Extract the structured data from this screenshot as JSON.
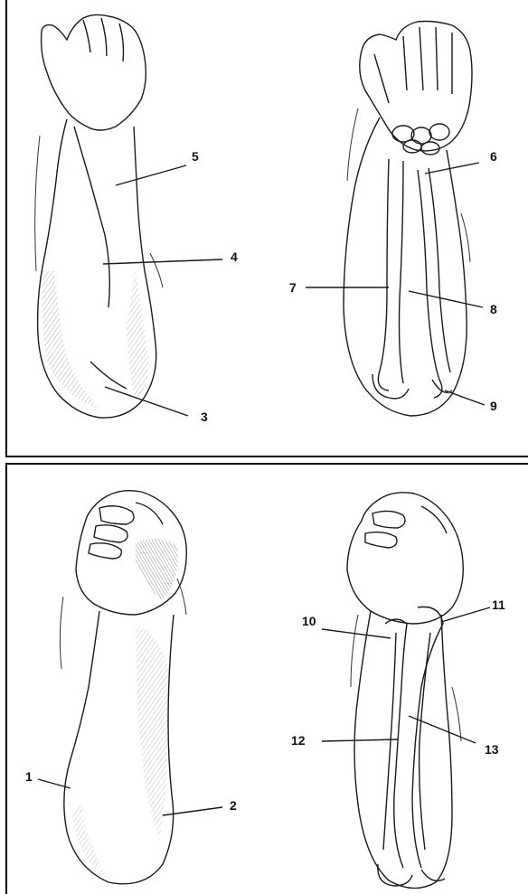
{
  "labels": {
    "l1": "1",
    "l2": "2",
    "l3": "3",
    "l4": "4",
    "l5": "5",
    "l6": "6",
    "l7": "7",
    "l8": "8",
    "l9": "9",
    "l10": "10",
    "l11": "11",
    "l12": "12",
    "l13": "13"
  },
  "colors": {
    "ink": "#1a1a1a",
    "frame": "#000000",
    "shade": "#9a9a9a"
  }
}
